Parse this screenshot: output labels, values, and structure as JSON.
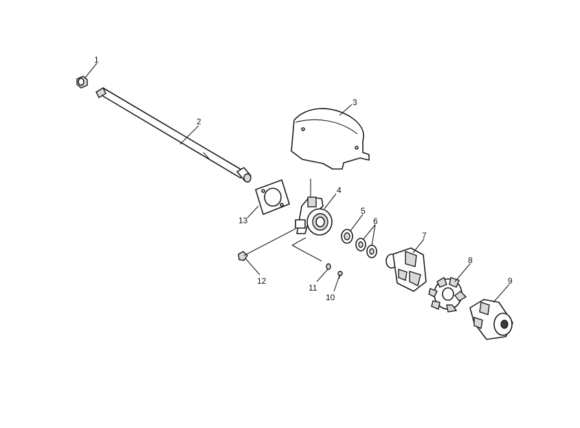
{
  "diagram": {
    "callouts": [
      {
        "id": "1",
        "text": "1"
      },
      {
        "id": "2",
        "text": "2"
      },
      {
        "id": "3",
        "text": "3"
      },
      {
        "id": "4",
        "text": "4"
      },
      {
        "id": "5",
        "text": "5"
      },
      {
        "id": "6",
        "text": "6"
      },
      {
        "id": "7",
        "text": "7"
      },
      {
        "id": "8",
        "text": "8"
      },
      {
        "id": "9",
        "text": "9"
      },
      {
        "id": "10",
        "text": "10"
      },
      {
        "id": "11",
        "text": "11"
      },
      {
        "id": "12",
        "text": "12"
      },
      {
        "id": "13",
        "text": "13"
      }
    ]
  },
  "colors": {
    "line": "#1a1a1a",
    "background": "#ffffff",
    "shading": "#d9d9d9"
  }
}
